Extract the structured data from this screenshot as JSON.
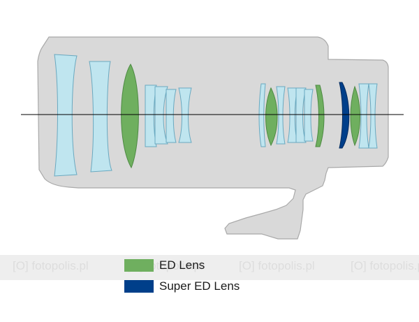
{
  "watermark": {
    "text": "fotopolis.pl"
  },
  "legend": {
    "items": [
      {
        "label": "ED Lens",
        "color": "#6faf5f"
      },
      {
        "label": "Super ED Lens",
        "color": "#003f8a"
      }
    ]
  },
  "colors": {
    "body_fill": "#d9d9d9",
    "body_stroke": "#a9a9a9",
    "standard_element": "#bfe5ef",
    "standard_stroke": "#6aa9c0",
    "axis": "#000000"
  }
}
